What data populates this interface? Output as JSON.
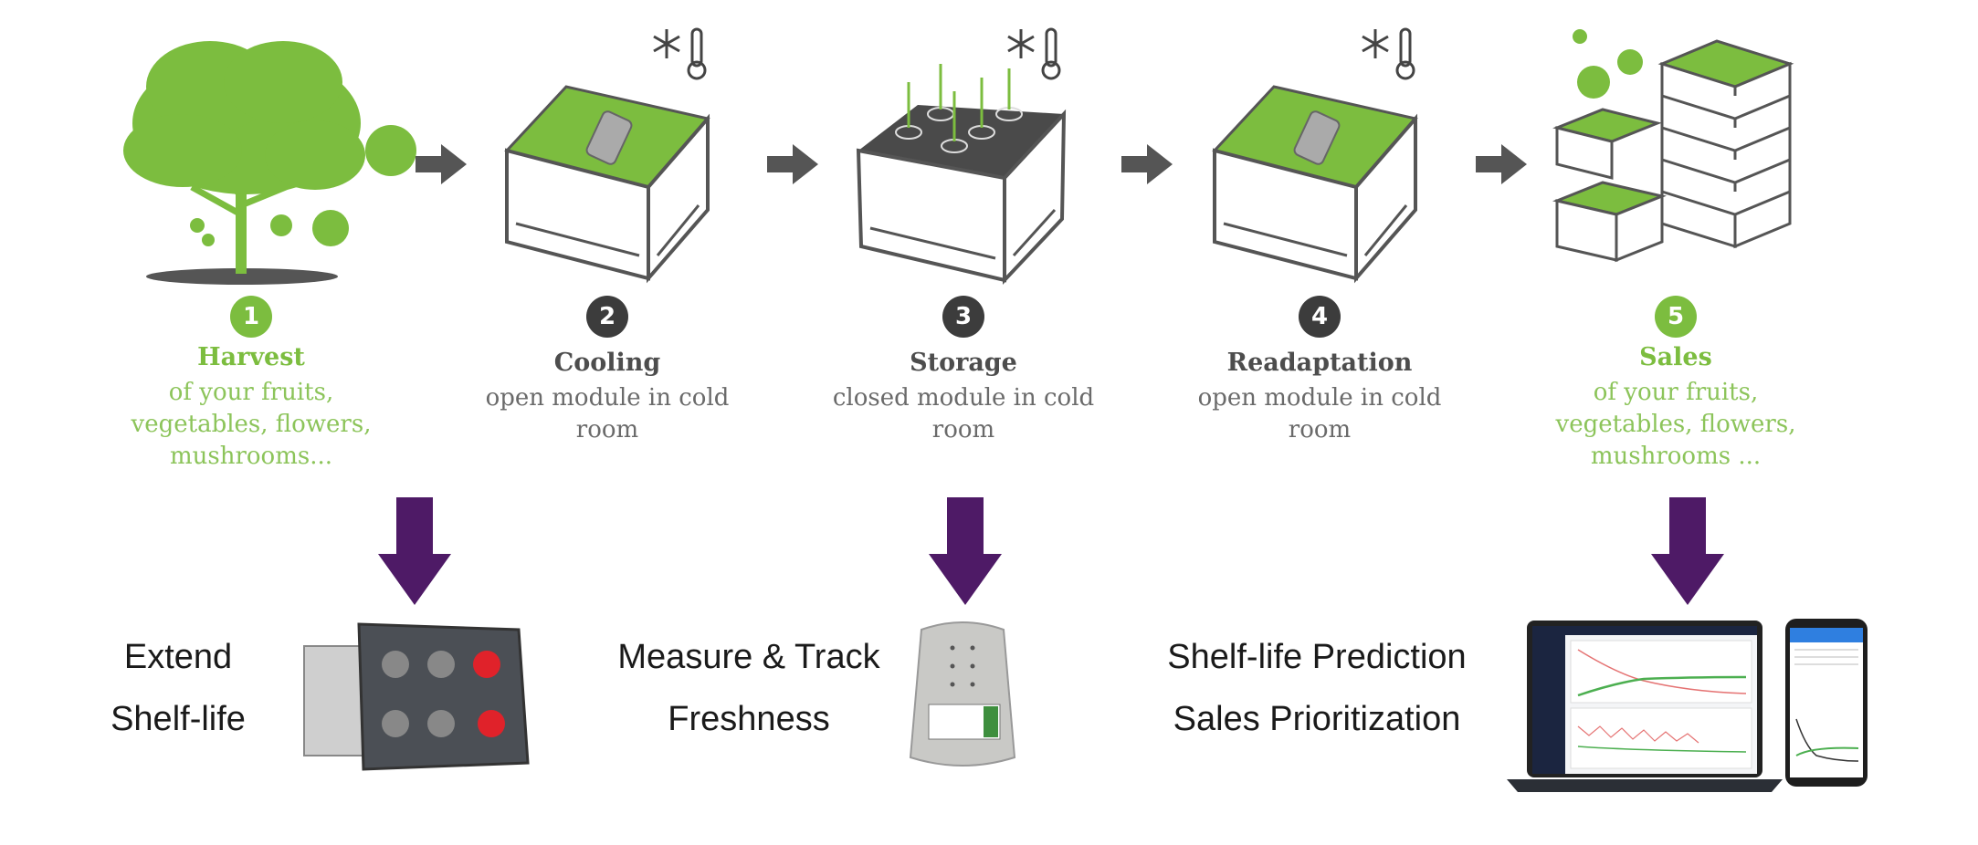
{
  "steps": [
    {
      "number": "1",
      "title": "Harvest",
      "desc": "of your fruits, vegetables, flowers, mushrooms..."
    },
    {
      "number": "2",
      "title": "Cooling",
      "desc": "open module in cold room"
    },
    {
      "number": "3",
      "title": "Storage",
      "desc": "closed module in cold room"
    },
    {
      "number": "4",
      "title": "Readaptation",
      "desc": "open module in cold room"
    },
    {
      "number": "5",
      "title": "Sales",
      "desc": "of your fruits, vegetables, flowers, mushrooms ..."
    }
  ],
  "bottom": {
    "extend_line1": "Extend",
    "extend_line2": "Shelf-life",
    "measure_line1": "Measure & Track",
    "measure_line2": "Freshness",
    "predict_line1": "Shelf-life Prediction",
    "predict_line2": "Sales Prioritization"
  },
  "colors": {
    "green": "#7cbd3f",
    "dark": "#3c3c3c",
    "purple": "#4e1a66",
    "gray_arrow": "#555555"
  },
  "icons": [
    "apple-tree-icon",
    "crate-icon",
    "closed-crate-icon",
    "snowflake-icon",
    "thermometer-icon",
    "stacked-crates-icon",
    "box-lid-icon",
    "sensor-device-icon",
    "laptop-dashboard-icon",
    "phone-app-icon"
  ]
}
